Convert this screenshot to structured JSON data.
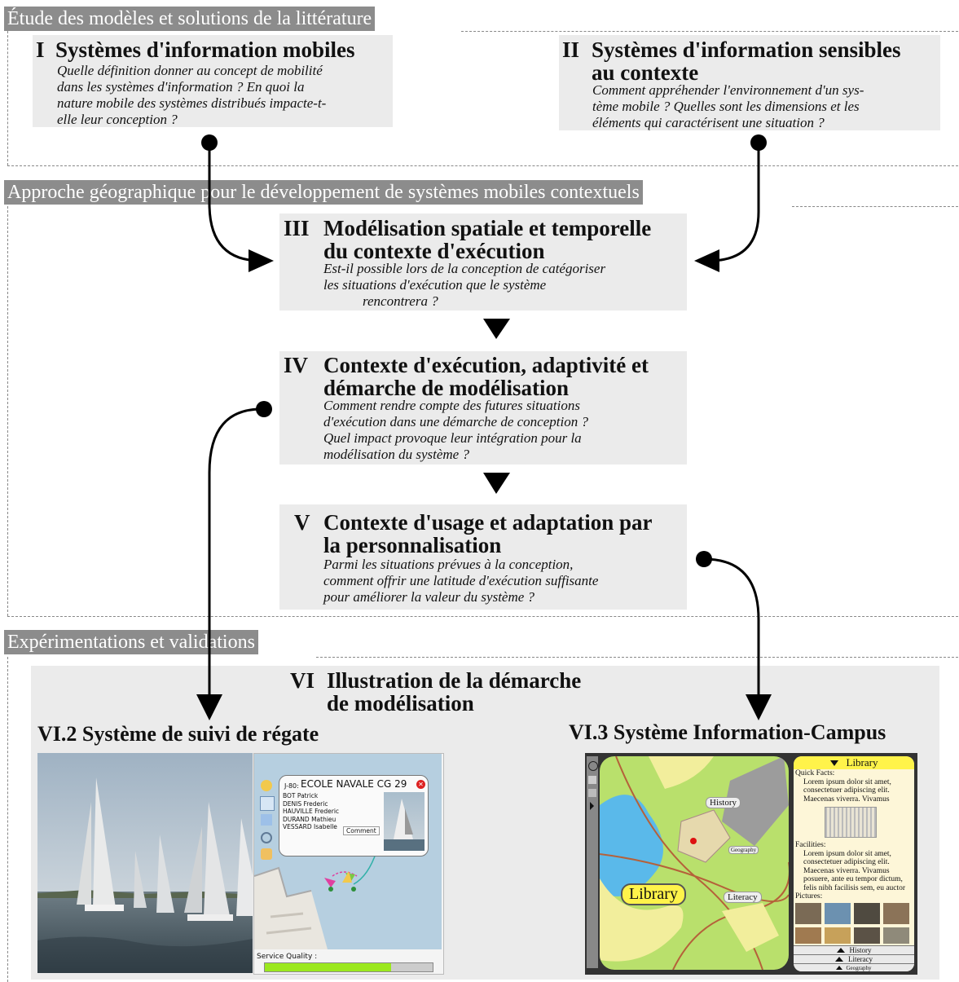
{
  "sections": {
    "s1": "Étude des modèles et solutions de la littérature",
    "s2": "Approche géographique pour le développement de systèmes mobiles contextuels",
    "s3": "Expérimentations et validations"
  },
  "boxes": {
    "b1": {
      "num": "I",
      "title": [
        "Systèmes d'information mobiles"
      ],
      "question": [
        "Quelle définition donner au concept de mobilité",
        "dans les systèmes d'information ? En quoi la",
        "nature mobile des systèmes distribués impacte-t-",
        "elle leur conception ?"
      ]
    },
    "b2": {
      "num": "II",
      "title": [
        "Systèmes d'information sensibles",
        "au contexte"
      ],
      "question": [
        "Comment appréhender l'environnement d'un sys-",
        "tème mobile ? Quelles sont les dimensions et les",
        "éléments qui caractérisent une situation ?"
      ]
    },
    "b3": {
      "num": "III",
      "title": [
        "Modélisation spatiale et temporelle",
        "du contexte d'exécution"
      ],
      "question": [
        "Est-il possible lors de la conception de catégoriser",
        "les situations d'exécution que le système",
        "rencontrera ?"
      ]
    },
    "b4": {
      "num": "IV",
      "title": [
        "Contexte d'exécution, adaptivité et",
        "démarche de modélisation"
      ],
      "question": [
        "Comment rendre compte des futures situations",
        "d'exécution dans une démarche de conception ?",
        "Quel impact provoque leur intégration pour la",
        "modélisation du système ?"
      ]
    },
    "b5": {
      "num": "V",
      "title": [
        "Contexte d'usage et adaptation par",
        "la personnalisation"
      ],
      "question": [
        "Parmi les situations prévues à la conception,",
        "comment offrir une latitude d'exécution suffisante",
        "pour améliorer la valeur du système ?"
      ]
    },
    "b6": {
      "num": "VI",
      "title": [
        "Illustration de la démarche",
        "de modélisation"
      ]
    }
  },
  "subsystems": {
    "regate": "VI.2  Système de suivi de régate",
    "campus": "VI.3  Système Information-Campus"
  },
  "regate_app": {
    "boat_code": "J-80:",
    "boat_name": "ECOLE NAVALE CG 29",
    "crew": [
      "BOT Patrick",
      "DENIS Frederic",
      "HAUVILLE Frederic",
      "DURAND Mathieu",
      "VESSARD Isabelle"
    ],
    "comment_button": "Comment",
    "service_label": "Service Quality :",
    "service_quality": 0.75
  },
  "campus_app": {
    "map_labels": {
      "history": "History",
      "geography": "Geography",
      "literacy": "Literacy",
      "library": "Library"
    },
    "panel": {
      "header": "Library",
      "quick_facts_label": "Quick Facts:",
      "quick_facts": [
        "Lorem ipsum dolor sit amet,",
        "consectetuer adipiscing elit.",
        "Maecenas viverra. Vivamus"
      ],
      "facilities_label": "Facilities:",
      "facilities": [
        "Lorem ipsum dolor sit amet,",
        "consectetuer adipiscing elit.",
        "Maecenas viverra. Vivamus",
        "posuere, ante eu tempor dictum,",
        "felis nibh facilisis sem, eu auctor"
      ],
      "pictures_label": "Pictures:",
      "tabs": [
        "History",
        "Literacy",
        "Geography"
      ]
    }
  }
}
